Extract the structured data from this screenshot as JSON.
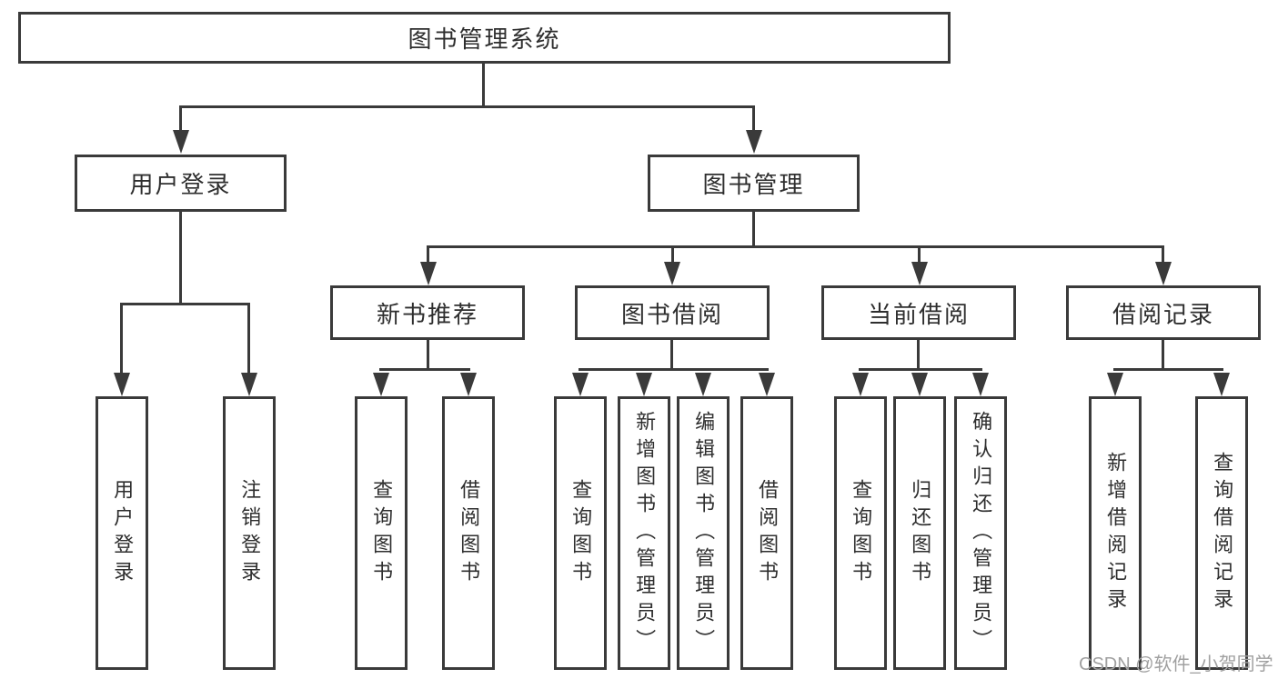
{
  "diagram": {
    "title": "图书管理系统",
    "watermark": "CSDN @软件_小贺同学",
    "colors": {
      "line": "#3a3a3a",
      "text": "#2e2e2e",
      "background": "#ffffff",
      "watermark": "#a0a0a0"
    },
    "tree": {
      "label": "图书管理系统",
      "children": [
        {
          "label": "用户登录",
          "children": [
            {
              "label": "用户登录"
            },
            {
              "label": "注销登录"
            }
          ]
        },
        {
          "label": "图书管理",
          "children": [
            {
              "label": "新书推荐",
              "children": [
                {
                  "label": "查询图书"
                },
                {
                  "label": "借阅图书"
                }
              ]
            },
            {
              "label": "图书借阅",
              "children": [
                {
                  "label": "查询图书"
                },
                {
                  "label": "新增图书（管理员）"
                },
                {
                  "label": "编辑图书（管理员）"
                },
                {
                  "label": "借阅图书"
                }
              ]
            },
            {
              "label": "当前借阅",
              "children": [
                {
                  "label": "查询图书"
                },
                {
                  "label": "归还图书"
                },
                {
                  "label": "确认归还（管理员）"
                }
              ]
            },
            {
              "label": "借阅记录",
              "children": [
                {
                  "label": "新增借阅记录"
                },
                {
                  "label": "查询借阅记录"
                }
              ]
            }
          ]
        }
      ]
    }
  }
}
